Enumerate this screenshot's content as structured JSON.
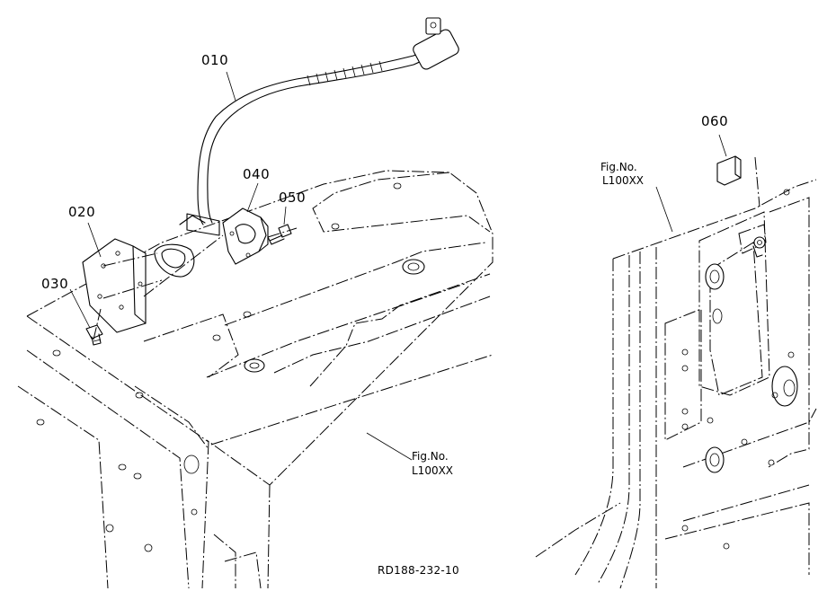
{
  "figure": {
    "drawing_number": "RD188-232-10",
    "parts": [
      {
        "id": "p010",
        "number": "010"
      },
      {
        "id": "p020",
        "number": "020"
      },
      {
        "id": "p030",
        "number": "030"
      },
      {
        "id": "p040",
        "number": "040"
      },
      {
        "id": "p050",
        "number": "050"
      },
      {
        "id": "p060",
        "number": "060"
      }
    ],
    "refs": [
      {
        "id": "ref1",
        "line1": "Fig.No.",
        "line2": "L100XX"
      },
      {
        "id": "ref2",
        "line1": "Fig.No.",
        "line2": "L100XX"
      }
    ]
  }
}
